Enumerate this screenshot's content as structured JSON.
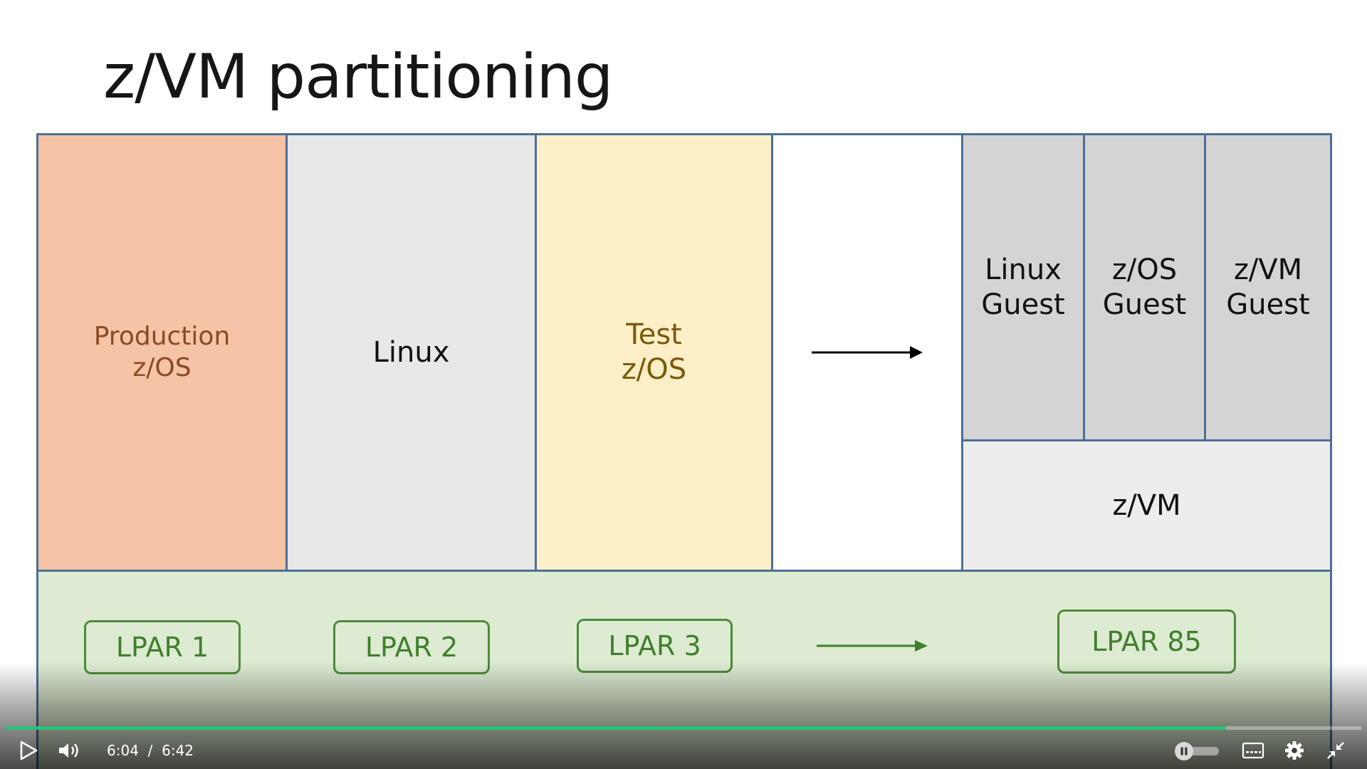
{
  "slide": {
    "title": "z/VM partitioning",
    "partitions": [
      {
        "label_line1": "Production",
        "label_line2": "z/OS"
      },
      {
        "label_line1": "Linux",
        "label_line2": ""
      },
      {
        "label_line1": "Test",
        "label_line2": "z/OS"
      }
    ],
    "guests": [
      {
        "label_line1": "Linux",
        "label_line2": "Guest"
      },
      {
        "label_line1": "z/OS",
        "label_line2": "Guest"
      },
      {
        "label_line1": "z/VM",
        "label_line2": "Guest"
      }
    ],
    "hypervisor_label": "z/VM",
    "lpars": [
      "LPAR 1",
      "LPAR 2",
      "LPAR 3",
      "LPAR 85"
    ],
    "colors": {
      "production": "#f5c3a6",
      "linux": "#e8e8e8",
      "test": "#fcefc8",
      "guest": "#d4d4d4",
      "lpar_band": "#ddebd2",
      "lpar_text": "#3f7f2c",
      "border": "#4e6f96"
    }
  },
  "player": {
    "current_time": "6:04",
    "separator": "/",
    "duration": "6:42",
    "progress_fraction": 0.9,
    "progress_color": "#2bbf7a",
    "icons": [
      "play-icon",
      "volume-icon",
      "autoplay-toggle",
      "captions-icon",
      "settings-gear-icon",
      "exit-fullscreen-icon"
    ]
  }
}
